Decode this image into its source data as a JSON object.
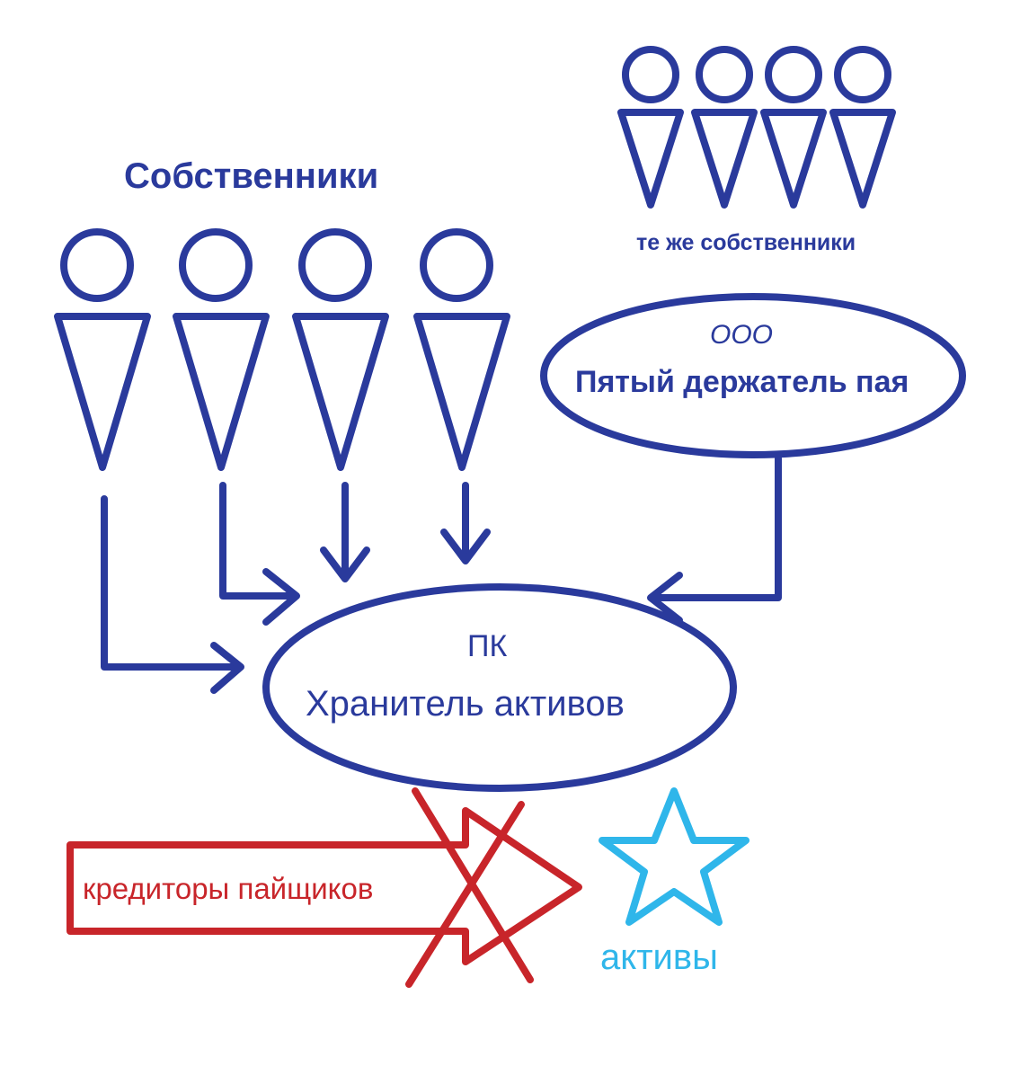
{
  "diagram": {
    "owners_title": "Собственники",
    "same_owners_label": "те же собственники",
    "llc": {
      "abbr": "ООО",
      "name": "Пятый держатель пая"
    },
    "pk": {
      "abbr": "ПК",
      "name": "Хранитель активов"
    },
    "creditors_label": "кредиторы пайщиков",
    "assets_label": "активы"
  },
  "colors": {
    "blue": "#2a3a9c",
    "red": "#c8252a",
    "cyan": "#2fb6ea"
  },
  "icons": [
    "person-icon",
    "star-icon",
    "cross-icon",
    "arrow-icon"
  ]
}
